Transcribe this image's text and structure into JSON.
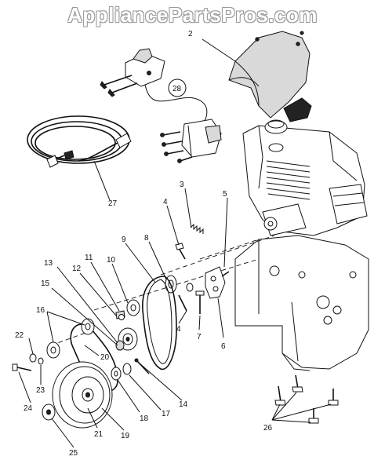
{
  "watermark": "AppliancePartsPros.com",
  "callouts": [
    "2",
    "3",
    "4",
    "5",
    "6",
    "7",
    "8",
    "9",
    "10",
    "11",
    "12",
    "13",
    "14",
    "15",
    "16",
    "17",
    "18",
    "19",
    "20",
    "21",
    "22",
    "23",
    "24",
    "25",
    "26",
    "27",
    "28"
  ],
  "circled_label": "28"
}
